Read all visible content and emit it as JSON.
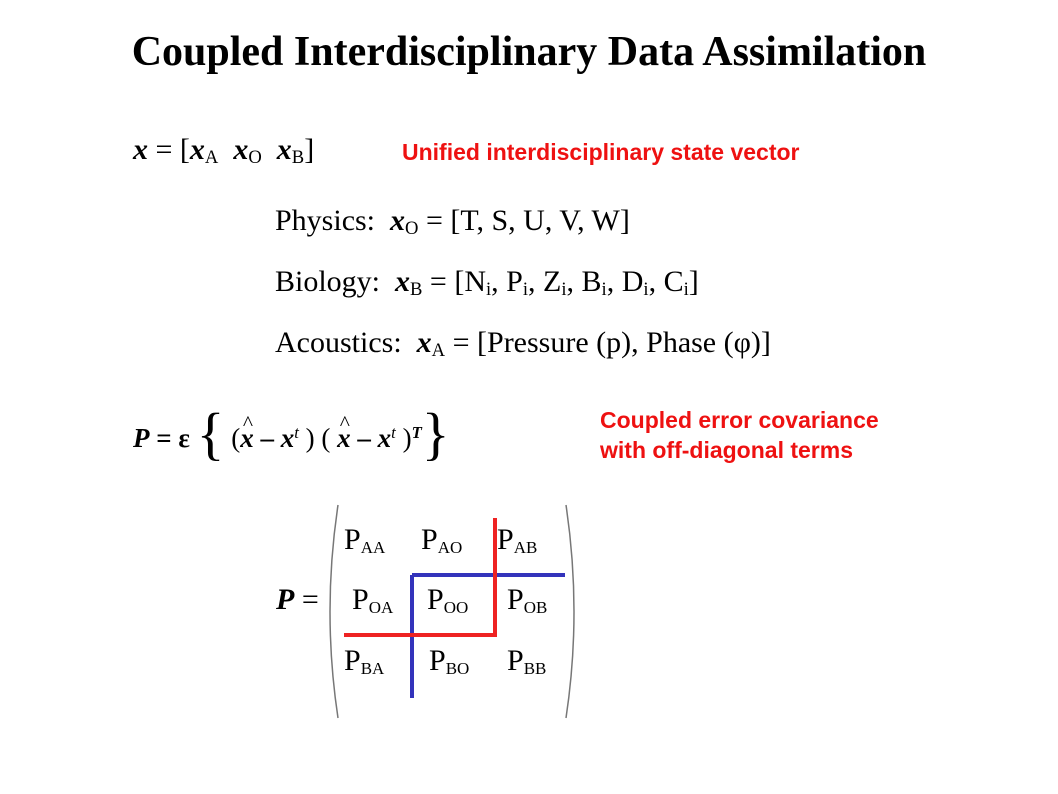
{
  "title": "Coupled Interdisciplinary Data Assimilation",
  "state_vector": {
    "lhs": "x",
    "eq": " = [",
    "c1": "x",
    "s1": "A",
    "c2": "x",
    "s2": "O",
    "c3": "x",
    "s3": "B",
    "close": "]",
    "note": "Unified interdisciplinary state vector"
  },
  "physics": {
    "label": "Physics:",
    "var": "x",
    "sub": "O",
    "rhs": " = [T, S, U, V, W]"
  },
  "biology": {
    "label": "Biology:",
    "var": "x",
    "sub": "B",
    "eq": " = [N",
    "items": [
      {
        "sub": "i",
        "after": ", P"
      },
      {
        "sub": "i",
        "after": ", Z"
      },
      {
        "sub": "i",
        "after": ", B"
      },
      {
        "sub": "i",
        "after": ", D"
      },
      {
        "sub": "i",
        "after": ", C"
      },
      {
        "sub": "i",
        "after": "]"
      }
    ]
  },
  "acoustics": {
    "label": "Acoustics:",
    "var": "x",
    "sub": "A",
    "rhs": " = [Pressure (p), Phase (φ)]"
  },
  "covariance": {
    "lhs": "P",
    "eq": " = ε ",
    "open_brace": "{",
    "open_paren": " (",
    "xhat": "x",
    "minus": " – ",
    "xt": "x",
    "t": "t",
    "mid": " ) ( ",
    "xhat2": "x",
    "minus2": " – ",
    "xt2": "x",
    "t2": "t",
    "close_paren": " )",
    "T": "T",
    "close_brace": "}",
    "note_line1": "Coupled error covariance",
    "note_line2": "with off-diagonal terms"
  },
  "matrix": {
    "lhs": "P",
    "eq": " =",
    "rows": [
      [
        {
          "main": "P",
          "sub": "AA"
        },
        {
          "main": "P",
          "sub": "AO"
        },
        {
          "main": "P",
          "sub": "AB"
        }
      ],
      [
        {
          "main": "P",
          "sub": "OA"
        },
        {
          "main": "P",
          "sub": "OO"
        },
        {
          "main": "P",
          "sub": "OB"
        }
      ],
      [
        {
          "main": "P",
          "sub": "BA"
        },
        {
          "main": "P",
          "sub": "BO"
        },
        {
          "main": "P",
          "sub": "BB"
        }
      ]
    ],
    "colors": {
      "blue": "#3333bb",
      "red": "#ee2222",
      "note": "#ee1111"
    }
  }
}
